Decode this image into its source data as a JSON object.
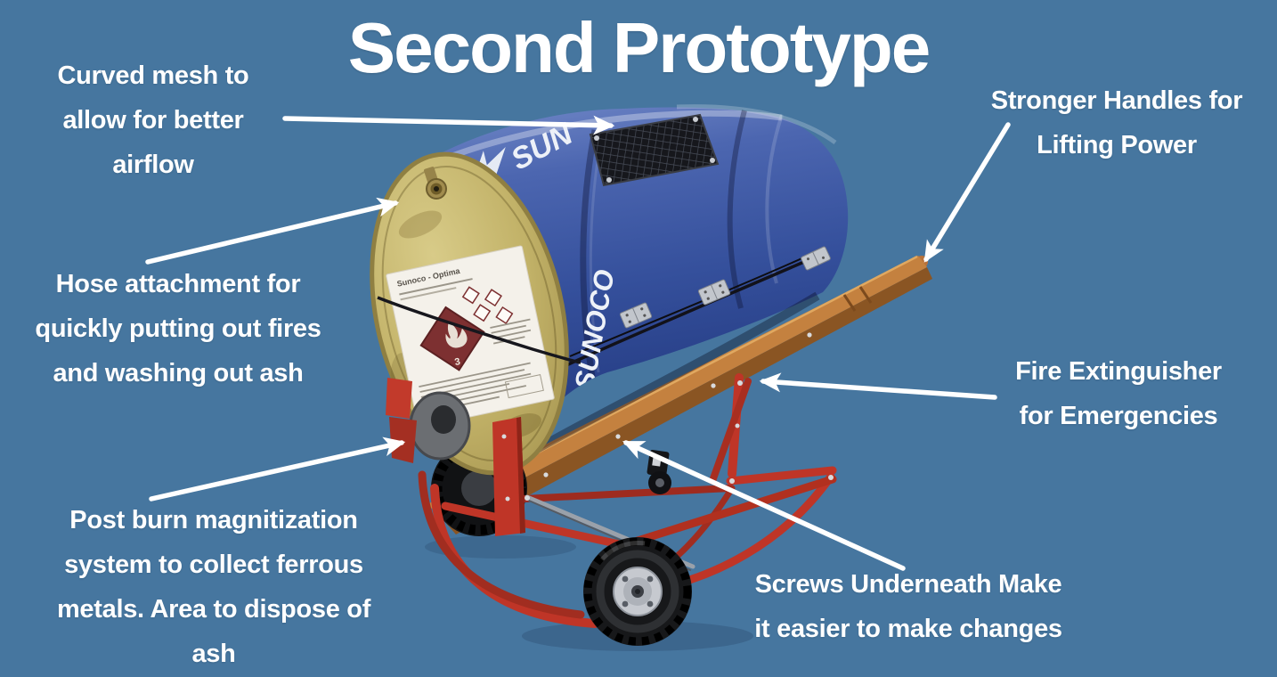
{
  "slide": {
    "title": "Second Prototype",
    "background_color": "#46769f",
    "text_color": "#ffffff",
    "annotations": [
      {
        "id": "curved-mesh",
        "text": "Curved mesh to allow for better airflow",
        "lines": [
          "Curved mesh to",
          "allow for better",
          "airflow"
        ]
      },
      {
        "id": "stronger-handles",
        "text": "Stronger Handles for Lifting Power",
        "lines": [
          "Stronger Handles for",
          "Lifting Power"
        ]
      },
      {
        "id": "hose-attachment",
        "text": "Hose attachment for quickly putting out fires and washing out ash",
        "lines": [
          "Hose attachment for",
          "quickly putting out fires",
          "and washing out ash"
        ]
      },
      {
        "id": "fire-extinguisher",
        "text": "Fire Extinguisher for Emergencies",
        "lines": [
          "Fire Extinguisher",
          "for Emergencies"
        ]
      },
      {
        "id": "post-burn-magnet",
        "text": "Post burn magnitization system to collect ferrous metals. Area to dispose of ash",
        "lines": [
          "Post burn magnitization",
          "system to collect ferrous",
          "metals. Area to dispose of",
          "ash"
        ]
      },
      {
        "id": "screws-underneath",
        "text": "Screws Underneath Make it easier to make changes",
        "lines": [
          "Screws Underneath Make",
          "it easier to make changes"
        ]
      }
    ],
    "photo": {
      "subject": "Blue Sunoco steel drum smoker prototype mounted on a red hand-truck with wooden handle and pneumatic wheels",
      "barrel_logo_text": "SUNOCO",
      "barrel_logo_partial": "SUN",
      "hazard_label_title": "Sunoco - Optima",
      "hazard_diamond_number": "3",
      "colors": {
        "barrel": "#3c57a2",
        "lid": "#c9ba72",
        "cart_frame": "#bf3527",
        "wood_handle": "#b5733a",
        "arrow": "#ffffff"
      }
    }
  }
}
